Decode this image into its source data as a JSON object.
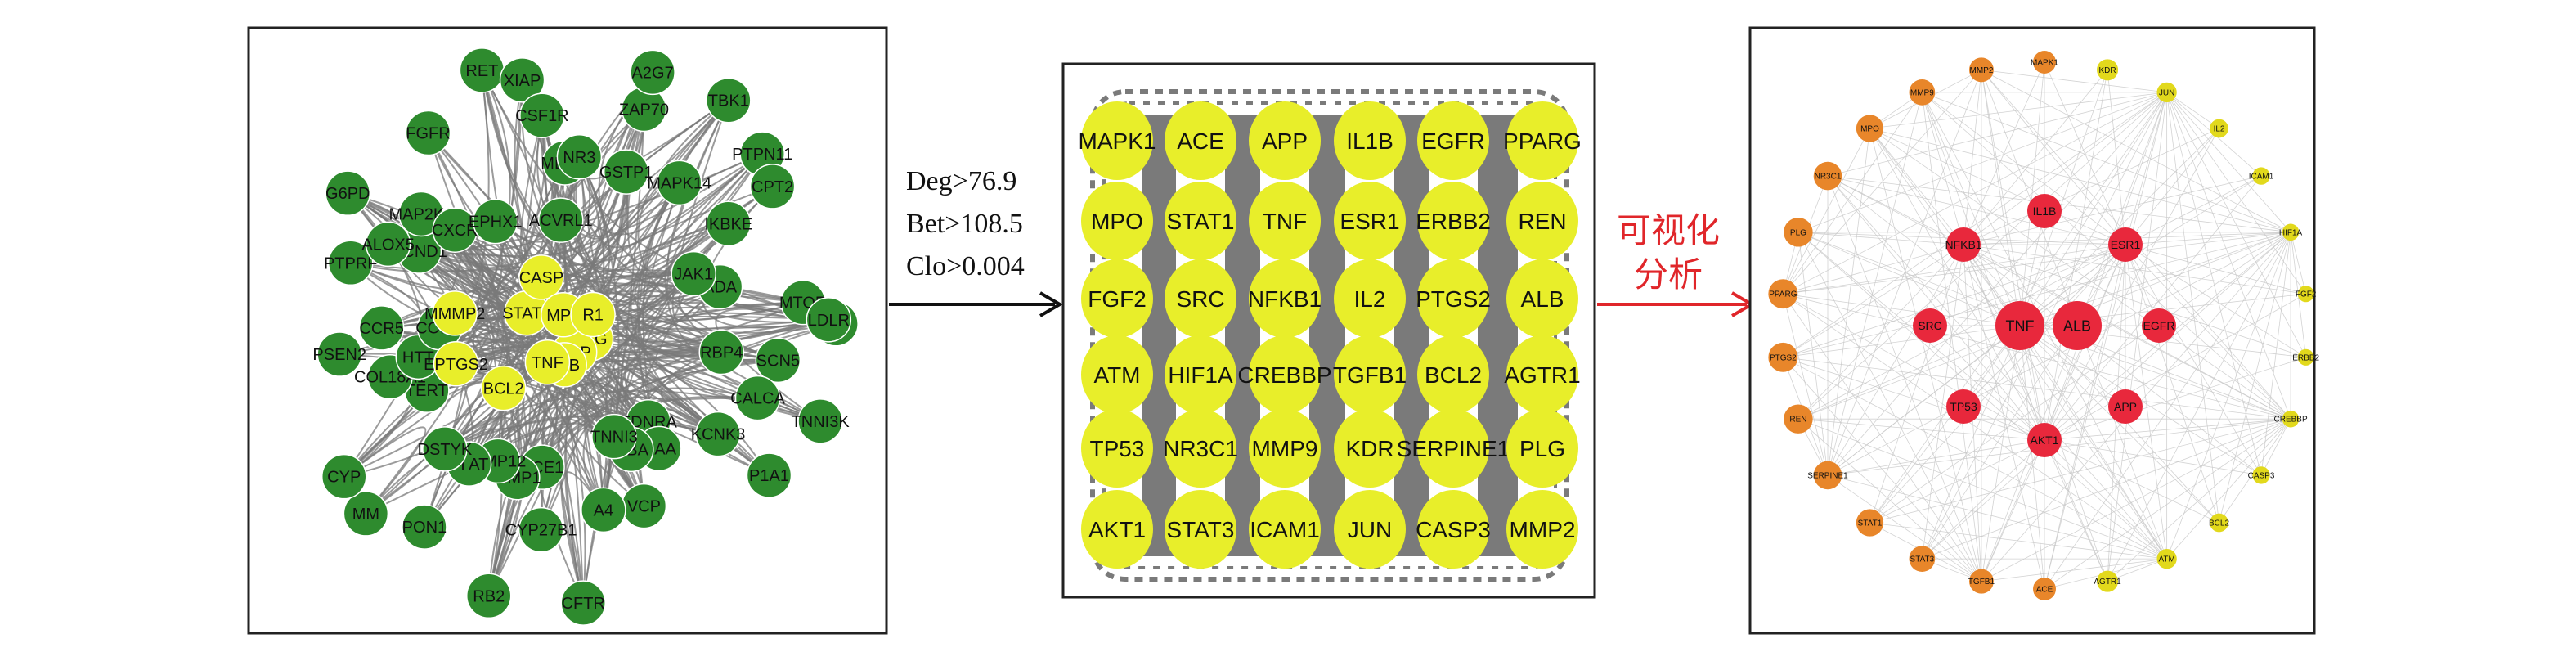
{
  "colors": {
    "green_node": "#2e8b2e",
    "yellow_node": "#e8ee2a",
    "edge_gray": "#7a7a7a",
    "red_arrow": "#e0262a",
    "ring_red": "#e8283c",
    "ring_orange": "#e8862a",
    "ring_yellow": "#e2d91c"
  },
  "arrow1": {
    "lines": [
      "Deg>76.9",
      "Bet>108.5",
      "Clo>0.004"
    ]
  },
  "arrow2": {
    "lines": [
      "可视化",
      "分析"
    ]
  },
  "panel1": {
    "green_nodes": [
      "SCN5",
      "RBP4",
      "CALCA",
      "TNNI3K",
      "KCNK3",
      "P1A1",
      "EDNRA",
      "GAA",
      "GBA",
      "VCP",
      "TNNI3",
      "CFTR",
      "A4",
      "ECE1",
      "CYP27B1",
      "MMP1",
      "RB2",
      "MMP12",
      "PI AT",
      "PON1",
      "DSTYK",
      "MM",
      "CYP",
      "TERT",
      "COL18A1",
      "PSEN2",
      "HTT",
      "COMT",
      "CCR5",
      "PTPRF",
      "CCND1",
      "ALOX5",
      "G6PD",
      "MAP2K1",
      "CXCR",
      "EPHX1",
      "FGFR",
      "RET",
      "XIAP",
      "CSF1R",
      "ACVRL1",
      "MDM4",
      "NR3",
      "ZAP70",
      "A2G7",
      "GSTP1",
      "MAPK14",
      "TBK1",
      "PTPN11",
      "IKBKE",
      "CPT2",
      "ADA",
      "JAK1",
      "MTOR",
      "AR",
      "LDLR"
    ],
    "yellow_nodes": [
      "PLG",
      "APP",
      "ALB",
      "TNF",
      "BCL2",
      "EPTGS2",
      "MMMP2",
      "STAT1",
      "CASP",
      "MP9",
      "R1"
    ]
  },
  "panel2": {
    "rows": [
      [
        "MAPK1",
        "ACE",
        "APP",
        "IL1B",
        "EGFR",
        "PPARG"
      ],
      [
        "MPO",
        "STAT1",
        "TNF",
        "ESR1",
        "ERBB2",
        "REN"
      ],
      [
        "FGF2",
        "SRC",
        "NFKB1",
        "IL2",
        "PTGS2",
        "ALB"
      ],
      [
        "ATM",
        "HIF1A",
        "CREBBP",
        "TGFB1",
        "BCL2",
        "AGTR1"
      ],
      [
        "TP53",
        "NR3C1",
        "MMP9",
        "KDR",
        "SERPINE1",
        "PLG"
      ],
      [
        "AKT1",
        "STAT3",
        "ICAM1",
        "JUN",
        "CASP3",
        "MMP2"
      ]
    ]
  },
  "panel3": {
    "center": [
      "TNF",
      "ALB"
    ],
    "inner": [
      "IL1B",
      "ESR1",
      "EGFR",
      "APP",
      "AKT1",
      "TP53",
      "SRC",
      "NFKB1"
    ],
    "outer": [
      "MAPK1",
      "KDR",
      "JUN",
      "IL2",
      "ICAM1",
      "HIF1A",
      "FGF2",
      "ERBB2",
      "CREBBP",
      "CASP3",
      "BCL2",
      "ATM",
      "AGTR1",
      "ACE",
      "TGFB1",
      "STAT3",
      "STAT1",
      "SERPINE1",
      "REN",
      "PTGS2",
      "PPARG",
      "PLG",
      "NR3C1",
      "MPO",
      "MMP9",
      "MMP2"
    ]
  }
}
